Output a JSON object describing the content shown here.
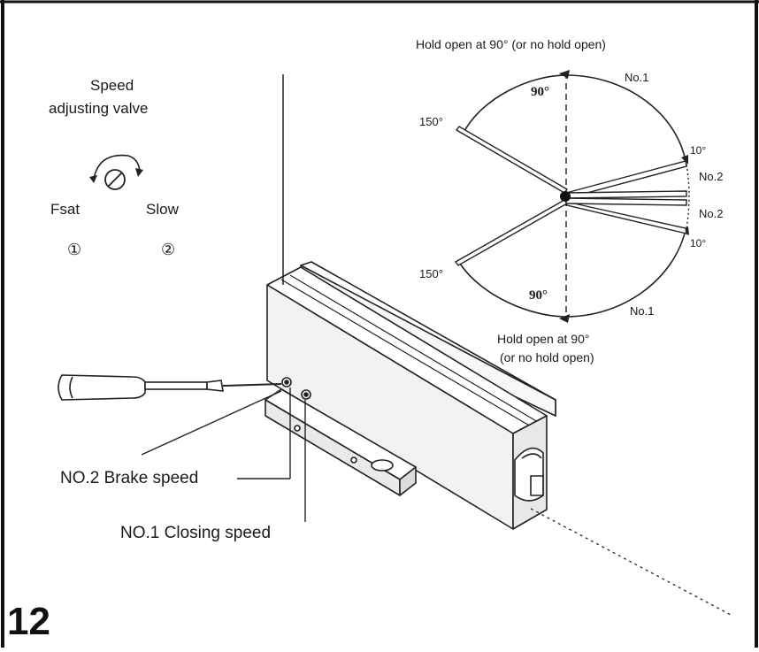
{
  "valve": {
    "title_line1": "Speed",
    "title_line2": "adjusting valve",
    "fast_label": "Fsat",
    "slow_label": "Slow",
    "fast_number": "①",
    "slow_number": "②"
  },
  "angles": {
    "top_hold_label": "Hold open at 90°  (or no hold open)",
    "bottom_hold_line1": "Hold open at 90°",
    "bottom_hold_line2": "(or no hold open)",
    "deg90_top": "90°",
    "deg90_bottom": "90°",
    "deg150_top": "150°",
    "deg150_bottom": "150°",
    "deg10_top": "10°",
    "deg10_bottom": "10°",
    "no1_top": "No.1",
    "no1_bottom": "No.1",
    "no2_top": "No.2",
    "no2_bottom": "No.2"
  },
  "callouts": {
    "brake_speed": "NO.2 Brake speed",
    "closing_speed": "NO.1 Closing speed"
  },
  "page_number": "12",
  "colors": {
    "ink": "#1a1a1a",
    "frame": "#111111",
    "paper": "#ffffff"
  }
}
